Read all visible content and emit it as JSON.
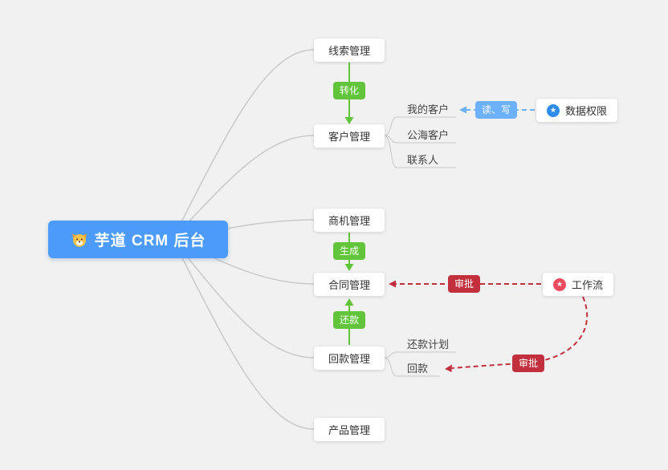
{
  "root": {
    "label": "芋道 CRM 后台"
  },
  "nodes": {
    "leads": {
      "label": "线索管理"
    },
    "customer": {
      "label": "客户管理"
    },
    "opportunity": {
      "label": "商机管理"
    },
    "contract": {
      "label": "合同管理"
    },
    "receivable": {
      "label": "回款管理"
    },
    "product": {
      "label": "产品管理"
    },
    "data_permission": {
      "label": "数据权限"
    },
    "workflow": {
      "label": "工作流"
    }
  },
  "subnodes": {
    "my_customers": {
      "label": "我的客户"
    },
    "public_customers": {
      "label": "公海客户"
    },
    "contacts": {
      "label": "联系人"
    },
    "repayment_plan": {
      "label": "还款计划"
    },
    "repayment": {
      "label": "回款"
    }
  },
  "edge_labels": {
    "convert": {
      "label": "转化",
      "color": "#62c43b"
    },
    "generate": {
      "label": "生成",
      "color": "#62c43b"
    },
    "repay": {
      "label": "还款",
      "color": "#62c43b"
    },
    "read_write": {
      "label": "读、写",
      "color": "#6eb1fb"
    },
    "approve_contract": {
      "label": "审批",
      "color": "#c2303e"
    },
    "approve_receivable": {
      "label": "审批",
      "color": "#c2303e"
    }
  },
  "colors": {
    "background": "#f1f1f1",
    "root_bg": "#4c9bfb",
    "data_permission_icon": "#2f8ceb",
    "workflow_icon": "#ea4c5e",
    "connector_gray": "#c9c9c9"
  }
}
